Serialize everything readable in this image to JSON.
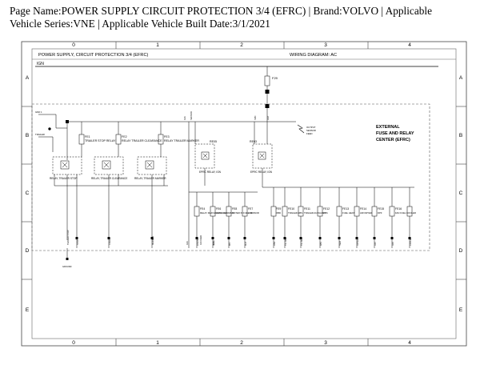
{
  "header": {
    "line1": "Page Name:POWER SUPPLY CIRCUIT PROTECTION 3/4 (EFRC) | Brand:VOLVO | Applicable",
    "line2": "Vehicle Series:VNE | Applicable Vehicle Built Date:3/1/2021"
  },
  "diagram": {
    "title": "POWER SUPPLY, CIRCUIT PROTECTION 3/4 (EFRC)",
    "wiring": "WIRING DIAGRAM: AC",
    "ign_label": "IGN",
    "col_labels": [
      "0",
      "1",
      "2",
      "3",
      "4"
    ],
    "row_labels": [
      "A",
      "B",
      "C",
      "D",
      "E"
    ],
    "efrc_label_1": "EXTERNAL",
    "efrc_label_2": "FUSE AND RELAY",
    "efrc_label_3": "CENTER (EFRC)",
    "top_fuse": "F29",
    "left_relays": [
      {
        "fuse": "FE1",
        "fuse_desc": "TRAILER STOP RELAY",
        "relay_desc": "RELAY, TRAILER STOP"
      },
      {
        "fuse": "FE2",
        "fuse_desc": "RELAY TRAILER CLEARANCE",
        "relay_desc": "RELAY, TRAILER CLEARANCE"
      },
      {
        "fuse": "FE3",
        "fuse_desc": "RELAY TRAILER MARKER",
        "relay_desc": "RELAY, TRAILER MARKER"
      }
    ],
    "mid_relays": [
      {
        "code": "RE05",
        "desc": "EPRC RELAY, IGN"
      },
      {
        "code": "RE03",
        "desc": "EPRC RELAY, IGN"
      }
    ],
    "bottom_fuses": [
      {
        "code": "FE4",
        "desc": "RELAY MAIN ENGINE CUMMINS"
      },
      {
        "code": "FE6",
        "desc": "AUX FUEL"
      },
      {
        "code": "FE8",
        "desc": "WATER IN FUEL SENSOR"
      },
      {
        "code": "FE7",
        "desc": "AUX"
      },
      {
        "code": "FE9",
        "desc": "OBD"
      },
      {
        "code": "FE10",
        "desc": "TRAILER ABS"
      },
      {
        "code": "FE11",
        "desc": "TRAILER AUXILIARY"
      },
      {
        "code": "FE12",
        "desc": "ABS"
      },
      {
        "code": "FE13",
        "desc": "FUEL HEAT"
      },
      {
        "code": "FE14",
        "desc": "AIR DRYER"
      },
      {
        "code": "FE15",
        "desc": "DPF"
      },
      {
        "code": "FE16",
        "desc": "FAN FUEL COOLER"
      }
    ]
  }
}
